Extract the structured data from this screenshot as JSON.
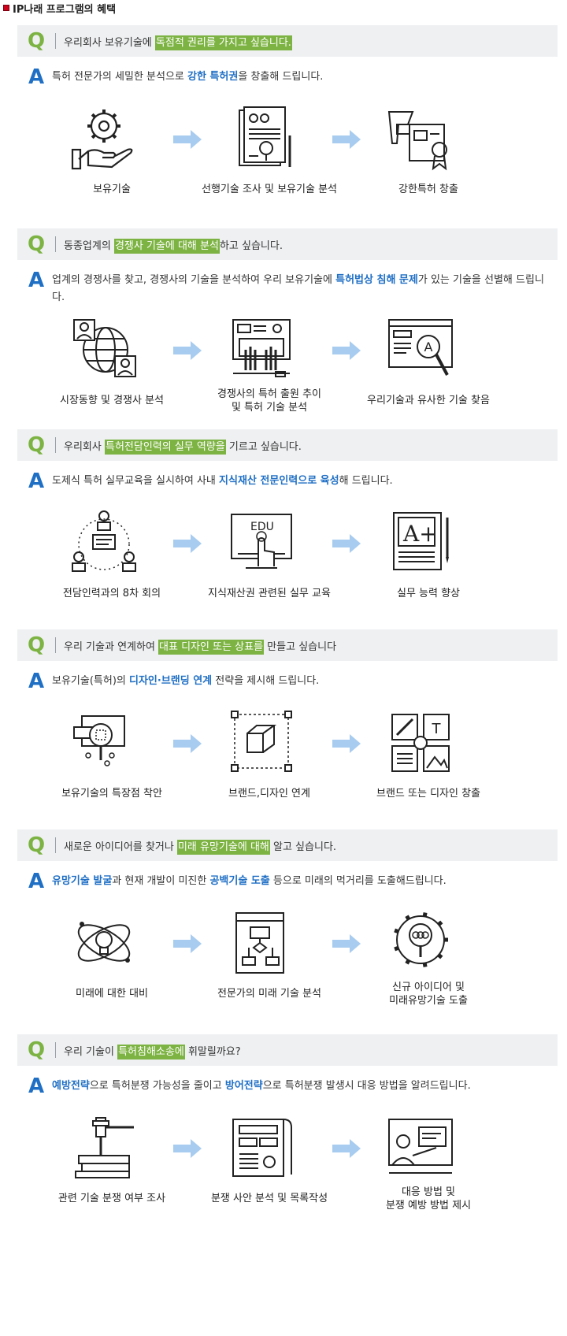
{
  "header": {
    "title": "IP나래 프로그램의 혜택"
  },
  "sections": [
    {
      "q_before": "우리회사 보유기술에 ",
      "q_highlight": "독점적 권리를 가지고 싶습니다.",
      "q_after": "",
      "a_parts": [
        "특허 전문가의 세밀한 분석으로 ",
        "강한 특허권",
        "을 창출해 드립니다.",
        "",
        ""
      ],
      "labels": [
        "보유기술",
        "선행기술 조사 및 보유기술 분석",
        "강한특허 창출"
      ],
      "icons": [
        "hand-gear-icon",
        "document-analysis-icon",
        "certificate-icon"
      ]
    },
    {
      "q_before": "동종업계의 ",
      "q_highlight": "경쟁사 기술에 대해 분석",
      "q_after": "하고 싶습니다.",
      "a_parts": [
        "업계의 경쟁사를 찾고, 경쟁사의 기술을 분석하여 우리 보유기술에 ",
        "특허법상 침해 문제",
        "가 있는 기술을 선별해 드립니다.",
        "",
        ""
      ],
      "labels": [
        "시장동향 및 경쟁사 분석",
        "경쟁사의 특허 출원 추이\n및 특허 기술 분석",
        "우리기술과 유사한 기술 찾음"
      ],
      "icons": [
        "globe-people-icon",
        "computer-hands-icon",
        "browser-search-icon"
      ]
    },
    {
      "q_before": "우리회사 ",
      "q_highlight": "특허전담인력의 실무 역량을",
      "q_after": " 기르고 싶습니다.",
      "a_parts": [
        "도제식 특허 실무교육을 실시하여 사내 ",
        "지식재산 전문인력으로 육성",
        "해 드립니다.",
        "",
        ""
      ],
      "labels": [
        "전담인력과의 8차 회의",
        "지식재산권 관련된 실무 교육",
        "실무 능력 향상"
      ],
      "icons": [
        "meeting-icon",
        "edu-screen-icon",
        "grade-a-plus-icon"
      ]
    },
    {
      "q_before": "우리 기술과 연계하여 ",
      "q_highlight": "대표 디자인 또는 상표를",
      "q_after": " 만들고 싶습니다",
      "a_parts": [
        "보유기술(특허)의 ",
        "디자인·브랜딩 연계",
        " 전략을 제시해 드립니다.",
        "",
        ""
      ],
      "labels": [
        "보유기술의 특장점 착안",
        "브랜드,디자인 연계",
        "브랜드 또는 디자인 창출"
      ],
      "icons": [
        "magnifier-cards-icon",
        "cube-frame-icon",
        "design-tools-icon"
      ]
    },
    {
      "q_before": "새로운 아이디어를 찾거나 ",
      "q_highlight": "미래 유망기술에 대해",
      "q_after": " 알고 싶습니다.",
      "a_parts": [
        "",
        "유망기술 발굴",
        "과 현재 개발이 미진한 ",
        "공백기술 도출",
        " 등으로 미래의 먹거리를 도출해드립니다."
      ],
      "labels": [
        "미래에 대한 대비",
        "전문가의 미래 기술 분석",
        "신규 아이디어 및\n미래유망기술 도출"
      ],
      "icons": [
        "idea-orbit-icon",
        "flowchart-icon",
        "gear-bulb-icon"
      ]
    },
    {
      "q_before": "우리 기술이 ",
      "q_highlight": "특허침해소송에",
      "q_after": " 휘말릴까요?",
      "a_parts": [
        "",
        "예방전략",
        "으로 특허분쟁 가능성을 줄이고 ",
        "방어전략",
        "으로 특허분쟁 발생시 대응 방법을 알려드립니다."
      ],
      "labels": [
        "관련 기술 분쟁 여부 조사",
        "분쟁 사안 분석 및 목록작성",
        "대응 방법 및\n분쟁 예방 방법  제시"
      ],
      "icons": [
        "gavel-books-icon",
        "report-scroll-icon",
        "presentation-icon"
      ]
    }
  ],
  "q_letter": "Q",
  "a_letter": "A",
  "colors": {
    "q_green": "#7cb342",
    "a_blue": "#1f6fc5",
    "arrow": "#a8ccef",
    "bar": "#eef0f2"
  }
}
